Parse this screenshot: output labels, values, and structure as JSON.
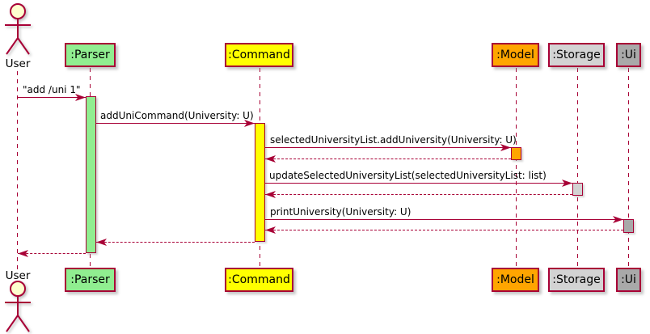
{
  "diagram": {
    "kind": "uml-sequence-diagram",
    "actor": {
      "name": "User"
    },
    "participants": [
      {
        "id": "parser",
        "label": ":Parser",
        "fill": "#90EE90"
      },
      {
        "id": "command",
        "label": ":Command",
        "fill": "#FFFF00"
      },
      {
        "id": "model",
        "label": ":Model",
        "fill": "#FFA500"
      },
      {
        "id": "storage",
        "label": ":Storage",
        "fill": "#D3D3D3"
      },
      {
        "id": "ui",
        "label": ":Ui",
        "fill": "#A9A9A9"
      }
    ],
    "messages": [
      {
        "from": "User",
        "to": ":Parser",
        "label": "\"add /uni 1\"",
        "type": "call"
      },
      {
        "from": ":Parser",
        "to": ":Command",
        "label": "addUniCommand(University: U)",
        "type": "call"
      },
      {
        "from": ":Command",
        "to": ":Model",
        "label": "selectedUniversityList.addUniversity(University: U)",
        "type": "call"
      },
      {
        "from": ":Model",
        "to": ":Command",
        "label": "",
        "type": "return"
      },
      {
        "from": ":Command",
        "to": ":Storage",
        "label": "updateSelectedUniversityList(selectedUniversityList: list)",
        "type": "call"
      },
      {
        "from": ":Storage",
        "to": ":Command",
        "label": "",
        "type": "return"
      },
      {
        "from": ":Command",
        "to": ":Ui",
        "label": "printUniversity(University: U)",
        "type": "call"
      },
      {
        "from": ":Ui",
        "to": ":Command",
        "label": "",
        "type": "return"
      },
      {
        "from": ":Command",
        "to": ":Parser",
        "label": "",
        "type": "return"
      },
      {
        "from": ":Parser",
        "to": "User",
        "label": "",
        "type": "return"
      }
    ],
    "colors": {
      "border": "#A80036",
      "text": "#000000",
      "actorFill": "#FEFECE",
      "parser": "#90EE90",
      "command": "#FFFF00",
      "model": "#FFA500",
      "storage": "#D3D3D3",
      "ui": "#A9A9A9"
    }
  }
}
